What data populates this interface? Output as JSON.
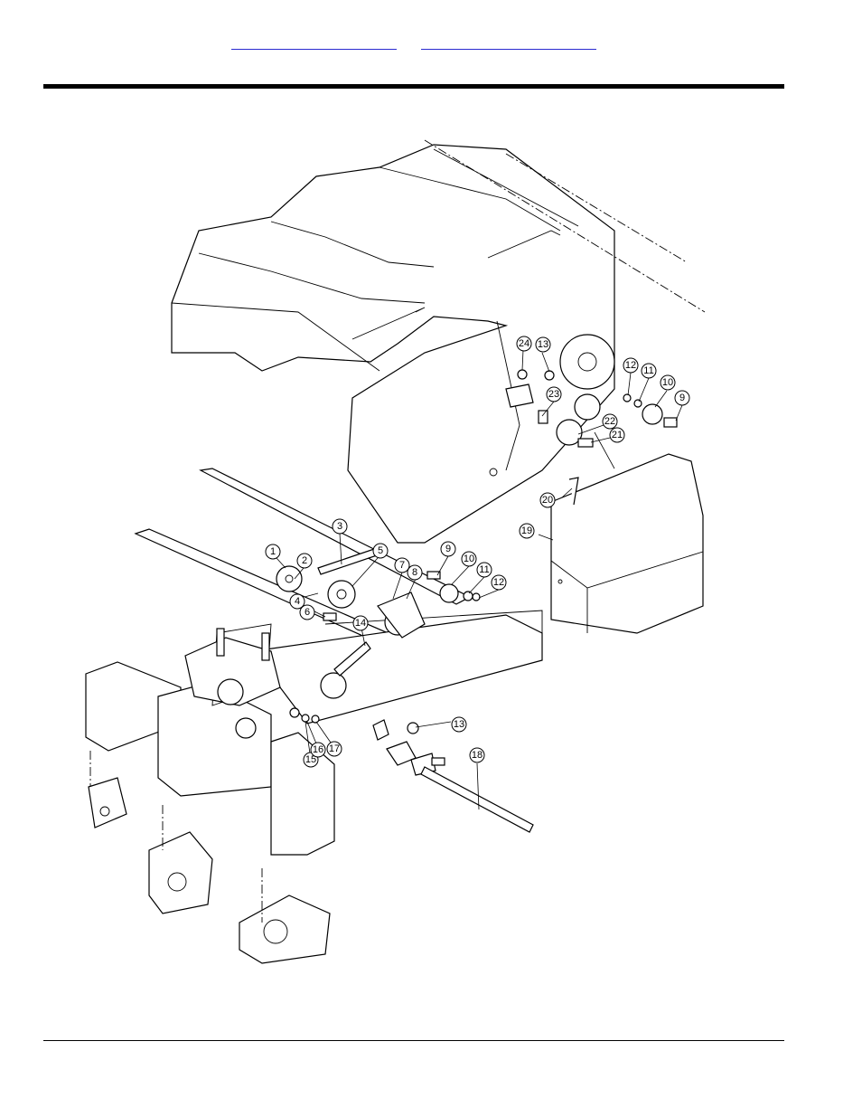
{
  "header": {
    "link1": "",
    "link2": ""
  },
  "callouts": [
    {
      "id": "1",
      "label": "1"
    },
    {
      "id": "2",
      "label": "2"
    },
    {
      "id": "3",
      "label": "3"
    },
    {
      "id": "4",
      "label": "4"
    },
    {
      "id": "5",
      "label": "5"
    },
    {
      "id": "6",
      "label": "6"
    },
    {
      "id": "7",
      "label": "7"
    },
    {
      "id": "8",
      "label": "8"
    },
    {
      "id": "9a",
      "label": "9"
    },
    {
      "id": "10a",
      "label": "10"
    },
    {
      "id": "11a",
      "label": "11"
    },
    {
      "id": "12a",
      "label": "12"
    },
    {
      "id": "9b",
      "label": "9"
    },
    {
      "id": "10b",
      "label": "10"
    },
    {
      "id": "11b",
      "label": "11"
    },
    {
      "id": "12b",
      "label": "12"
    },
    {
      "id": "13a",
      "label": "13"
    },
    {
      "id": "13b",
      "label": "13"
    },
    {
      "id": "14",
      "label": "14"
    },
    {
      "id": "15",
      "label": "15"
    },
    {
      "id": "16",
      "label": "16"
    },
    {
      "id": "17",
      "label": "17"
    },
    {
      "id": "18",
      "label": "18"
    },
    {
      "id": "19",
      "label": "19"
    },
    {
      "id": "20",
      "label": "20"
    },
    {
      "id": "21",
      "label": "21"
    },
    {
      "id": "22",
      "label": "22"
    },
    {
      "id": "23",
      "label": "23"
    },
    {
      "id": "24",
      "label": "24"
    }
  ]
}
